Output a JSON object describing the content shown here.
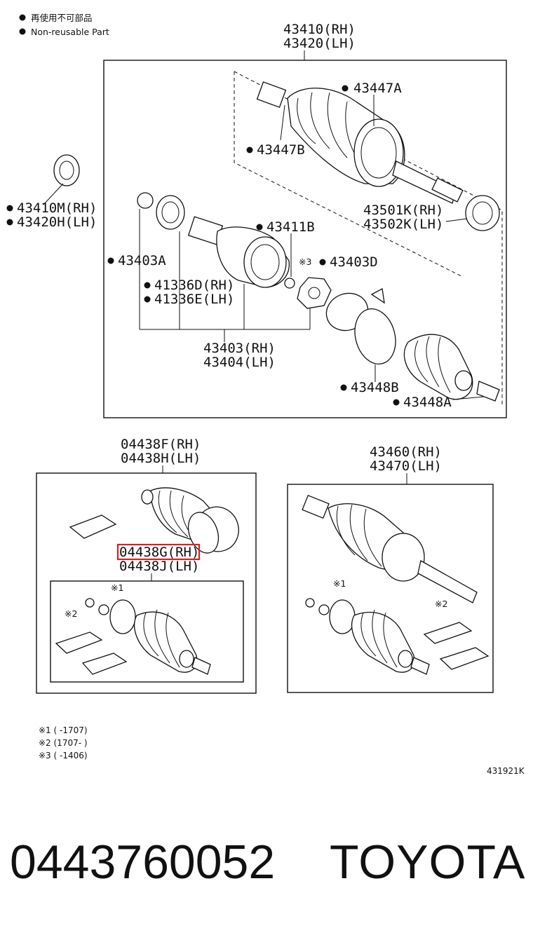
{
  "legend": {
    "jp": "再使用不可部品",
    "en": "Non-reusable Part"
  },
  "assembly_top": {
    "rh": "43410(RH)",
    "lh": "43420(LH)"
  },
  "parts": {
    "p43447A": "43447A",
    "p43447B": "43447B",
    "p43410M": "43410M(RH)",
    "p43420H": "43420H(LH)",
    "p43501K": "43501K(RH)",
    "p43502K": "43502K(LH)",
    "p43411B": "43411B",
    "p43403A": "43403A",
    "mark3": "※3",
    "p43403D": "43403D",
    "p41336D": "41336D(RH)",
    "p41336E": "41336E(LH)",
    "p43403": "43403(RH)",
    "p43404": "43404(LH)",
    "p43448B": "43448B",
    "p43448A": "43448A"
  },
  "kit_left": {
    "top_rh": "04438F(RH)",
    "top_lh": "04438H(LH)",
    "mid_rh": "04438G(RH)",
    "mid_lh": "04438J(LH)",
    "mark1": "※1",
    "mark2": "※2"
  },
  "kit_right": {
    "rh": "43460(RH)",
    "lh": "43470(LH)",
    "mark1": "※1",
    "mark2": "※2"
  },
  "notes": [
    "※1 (      -1707)",
    "※2 (1707-      )",
    "※3 (      -1406)"
  ],
  "diagram_code": "431921K",
  "footer": {
    "part_number": "0443760052",
    "brand": "TOYOTA"
  },
  "highlight_color": "#d62020"
}
